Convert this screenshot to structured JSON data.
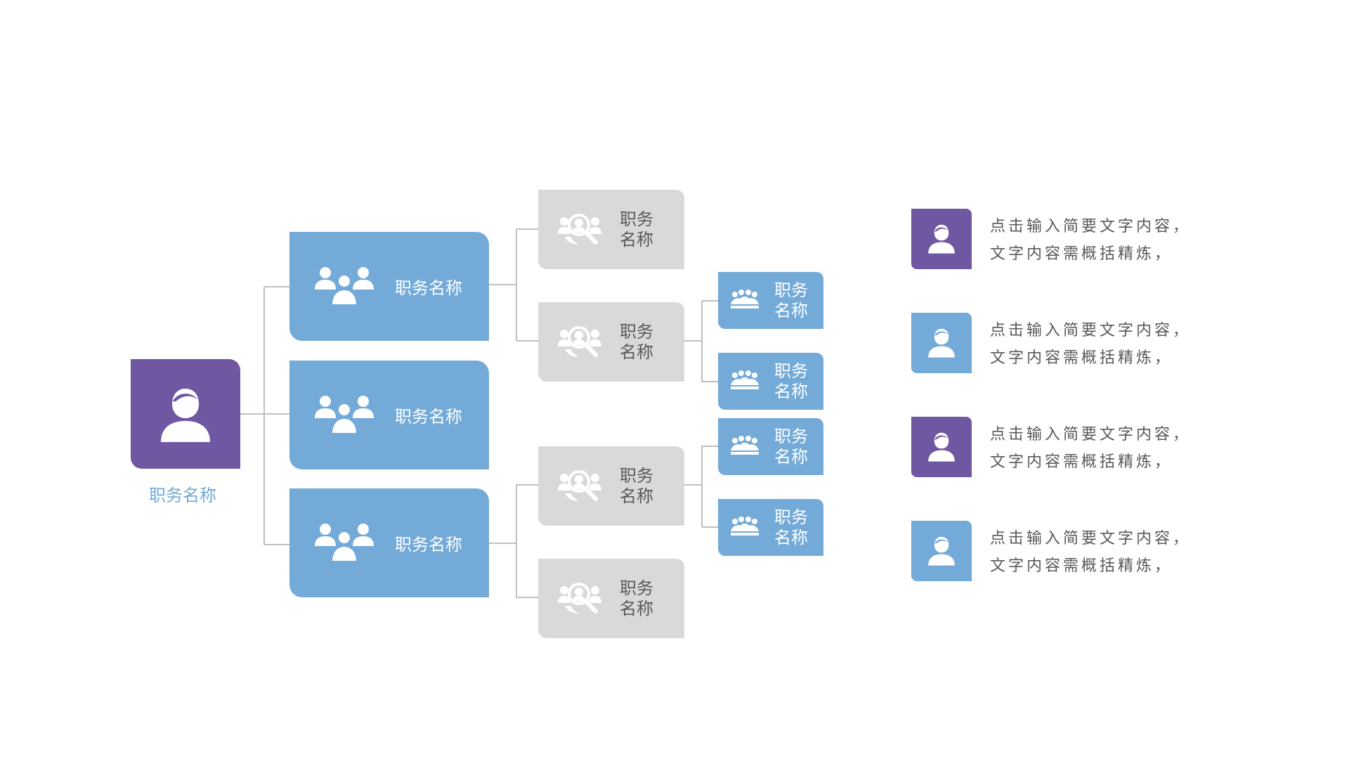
{
  "colors": {
    "purple": "#6f57a1",
    "blue": "#73aad8",
    "grey": "#d9d9d9",
    "connector": "#bfbfbf",
    "root_label": "#6fa9d9"
  },
  "icons": {
    "root": "person-icon",
    "level1": "group-icon",
    "level2": "person-search-icon",
    "level3": "team-icon"
  },
  "org_chart": {
    "root": {
      "label": "职务名称"
    },
    "level1": [
      {
        "label": "职务名称"
      },
      {
        "label": "职务名称"
      },
      {
        "label": "职务名称"
      }
    ],
    "level2": [
      {
        "line1": "职务",
        "line2": "名称"
      },
      {
        "line1": "职务",
        "line2": "名称"
      },
      {
        "line1": "职务",
        "line2": "名称"
      },
      {
        "line1": "职务",
        "line2": "名称"
      }
    ],
    "level3": [
      {
        "line1": "职务",
        "line2": "名称"
      },
      {
        "line1": "职务",
        "line2": "名称"
      },
      {
        "line1": "职务",
        "line2": "名称"
      },
      {
        "line1": "职务",
        "line2": "名称"
      }
    ]
  },
  "legend": [
    {
      "color": "#6f57a1",
      "line1": "点击输入简要文字内容，",
      "line2": "文字内容需概括精炼，"
    },
    {
      "color": "#73aad8",
      "line1": "点击输入简要文字内容，",
      "line2": "文字内容需概括精炼，"
    },
    {
      "color": "#6f57a1",
      "line1": "点击输入简要文字内容，",
      "line2": "文字内容需概括精炼，"
    },
    {
      "color": "#73aad8",
      "line1": "点击输入简要文字内容，",
      "line2": "文字内容需概括精炼，"
    }
  ]
}
